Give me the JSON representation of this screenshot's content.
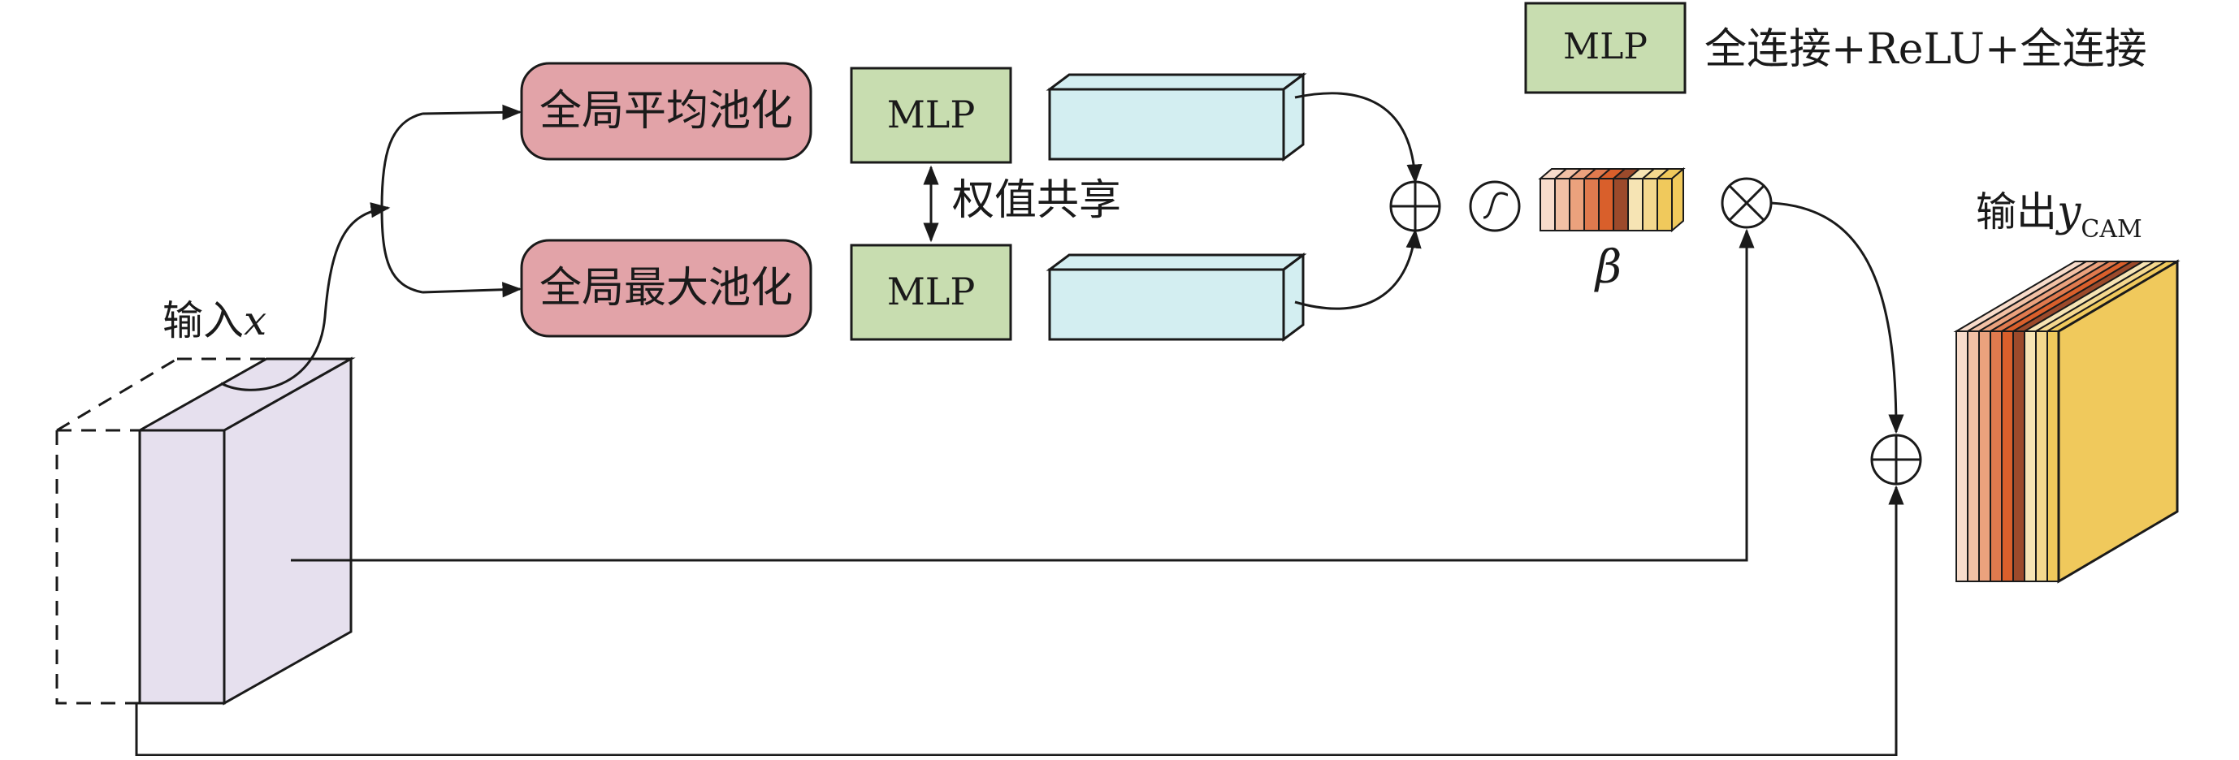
{
  "legend": {
    "mlp_box_label": "MLP",
    "description": "全连接+ReLU+全连接"
  },
  "input": {
    "label": "输入",
    "var": "x"
  },
  "pooling": {
    "avg_label": "全局平均池化",
    "max_label": "全局最大池化"
  },
  "mlp": {
    "top_label": "MLP",
    "bottom_label": "MLP",
    "shared_label": "权值共享"
  },
  "weights": {
    "symbol": "β",
    "stripe_colors": [
      "#f8dccb",
      "#f2c1a5",
      "#eba27d",
      "#e07a4e",
      "#d95f2b",
      "#9c4a2b",
      "#f6e4b4",
      "#f4d88e",
      "#f0c95c"
    ]
  },
  "output": {
    "label": "输出",
    "var": "y",
    "subscript": "CAM",
    "stripe_colors": [
      "#f8dccb",
      "#f2c1a5",
      "#eba27d",
      "#e07a4e",
      "#d95f2b",
      "#9c4a2b",
      "#f6e4b4",
      "#f4d88e",
      "#f0c95c"
    ]
  },
  "colors": {
    "pool_fill": "#e2a3a8",
    "mlp_fill": "#c8ddb0",
    "feature_fill": "#d3eef1",
    "input_fill": "#e6e0ee",
    "output_main": "#f0c95c",
    "line": "#1a1a1a"
  },
  "symbols": {
    "plus": "plus-circle-icon",
    "times": "times-circle-icon",
    "sigmoid": "sigmoid-icon"
  }
}
